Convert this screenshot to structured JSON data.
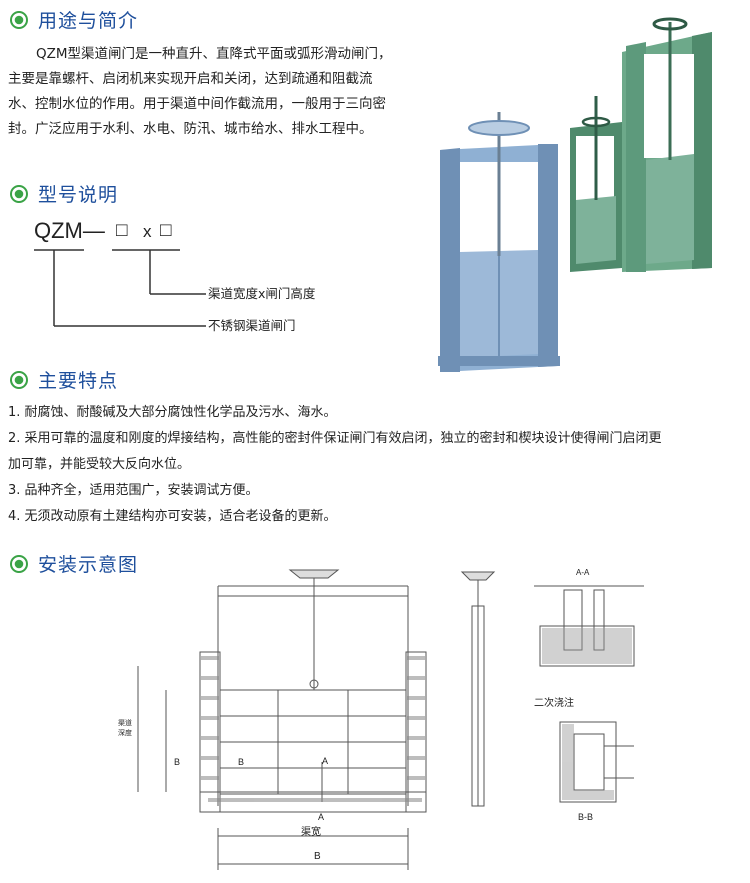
{
  "sections": {
    "usage": {
      "title": "用途与简介",
      "lines": [
        "QZM型渠道闸门是一种直升、直降式平面或弧形滑动闸门，",
        "主要是靠螺杆、启闭机来实现开启和关闭，达到疏通和阻截流",
        "水、控制水位的作用。用于渠道中间作截流用，一般用于三向密",
        "封。广泛应用于水利、水电、防汛、城市给水、排水工程中。"
      ]
    },
    "model": {
      "title": "型号说明",
      "code": "QZM—",
      "box1": "□",
      "times": "x",
      "box2": "□",
      "label1": "渠道宽度x闸门高度",
      "label2": "不锈钢渠道闸门"
    },
    "features": {
      "title": "主要特点",
      "items": [
        "1. 耐腐蚀、耐酸碱及大部分腐蚀性化学品及污水、海水。",
        "2. 采用可靠的温度和刚度的焊接结构，高性能的密封件保证闸门有效启闭，独立的密封和楔块设计使得闸门启闭更",
        "加可靠，并能受较大反向水位。",
        "3. 品种齐全，适用范围广，安装调试方便。",
        "4. 无须改动原有土建结构亦可安装，适合老设备的更新。"
      ]
    },
    "install": {
      "title": "安装示意图",
      "labels": {
        "b_left": "B",
        "b_right": "B",
        "a_top": "A",
        "a_bottom": "A",
        "channel_width": "渠宽",
        "b_dim": "B",
        "aa": "A-A",
        "second_pour": "二次浇注",
        "bb": "B-B",
        "v1": "渠道",
        "v2": "深度"
      }
    }
  },
  "colors": {
    "title": "#1e4f9c",
    "icon": "#3aa346",
    "gate_blue": "#7e9fc2",
    "gate_green": "#5d9a7c"
  }
}
